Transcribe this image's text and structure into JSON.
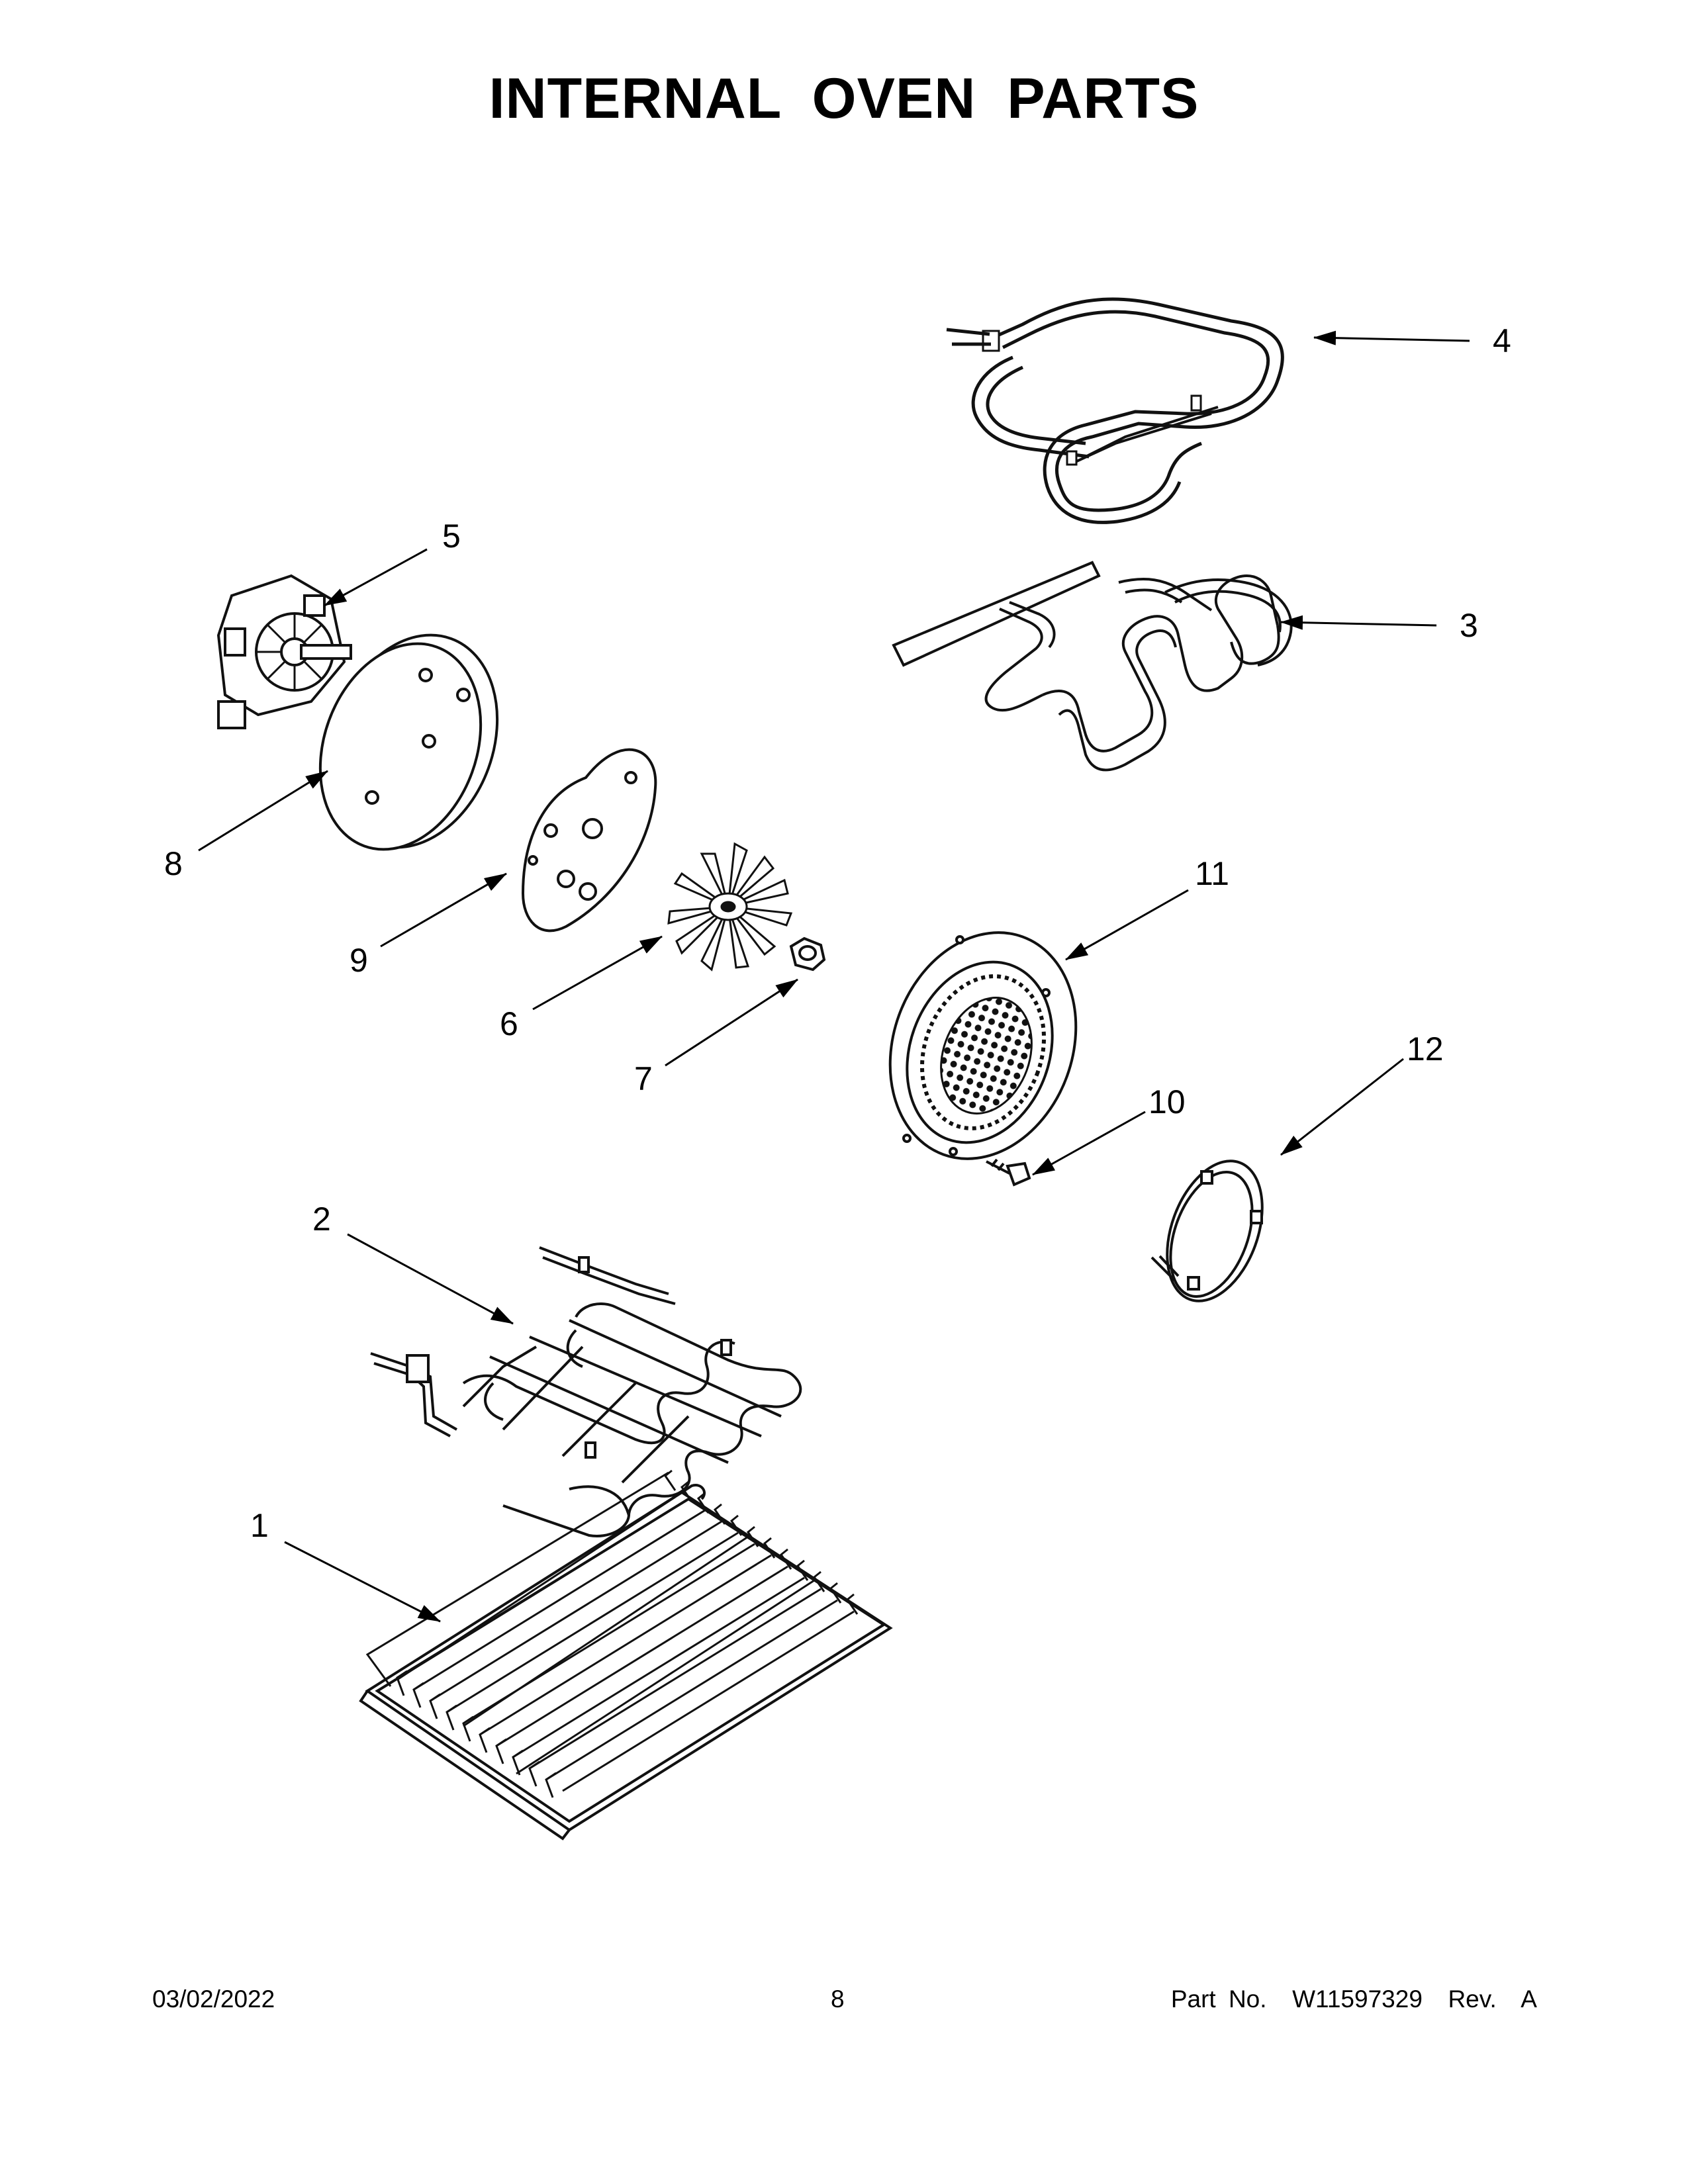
{
  "title": "INTERNAL OVEN PARTS",
  "callouts": [
    "1",
    "2",
    "3",
    "4",
    "5",
    "6",
    "7",
    "8",
    "9",
    "10",
    "11",
    "12"
  ],
  "footer": {
    "date": "03/02/2022",
    "page": "8",
    "part_no": "Part No.  W11597329  Rev.  A"
  }
}
